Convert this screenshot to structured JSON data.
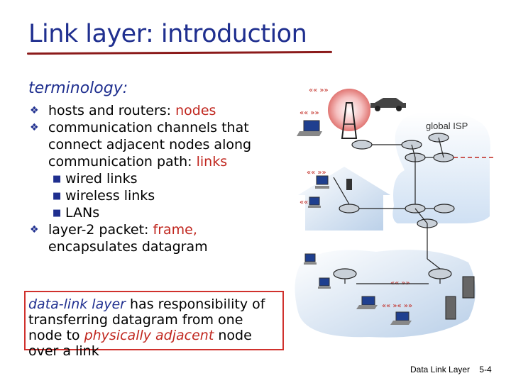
{
  "slide": {
    "title": "Link layer: introduction",
    "terminology": "terminology:",
    "bullets": [
      {
        "text": "hosts and routers: ",
        "highlight": "nodes"
      },
      {
        "text": "communication channels that connect adjacent nodes along communication path: ",
        "highlight": "links"
      }
    ],
    "sub_bullets": [
      "wired links",
      "wireless links",
      "LANs"
    ],
    "bullet3": {
      "text": "layer-2 packet: ",
      "highlight": "frame,",
      "cont": "encapsulates datagram"
    },
    "box": {
      "part1": "data-link layer",
      "part2": " has responsibility of transferring datagram from one node to ",
      "part3": "physically adjacent",
      "part4": " node over a link"
    }
  },
  "diagram": {
    "global_isp_label": "global ISP"
  },
  "footer": {
    "chapter": "Data Link Layer",
    "page": "5-4"
  },
  "colors": {
    "title": "#1f2f8f",
    "highlight": "#c0261e",
    "box_border": "#d0312d",
    "link_red": "#c0261e"
  }
}
